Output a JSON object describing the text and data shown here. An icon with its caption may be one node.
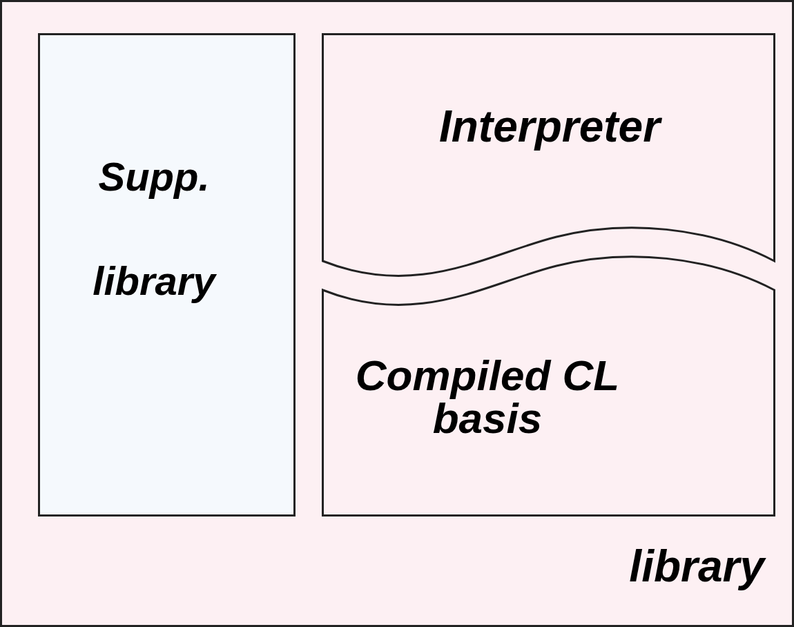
{
  "diagram": {
    "nodes": [
      {
        "text": [
          "library"
        ]
      },
      {
        "text": [
          "Supp. library"
        ],
        "in": 0
      },
      {
        "text": [
          "Interpreter"
        ],
        "in": 0
      },
      {
        "text": [
          "Compiled CL basis"
        ],
        "in": 0
      }
    ]
  }
}
